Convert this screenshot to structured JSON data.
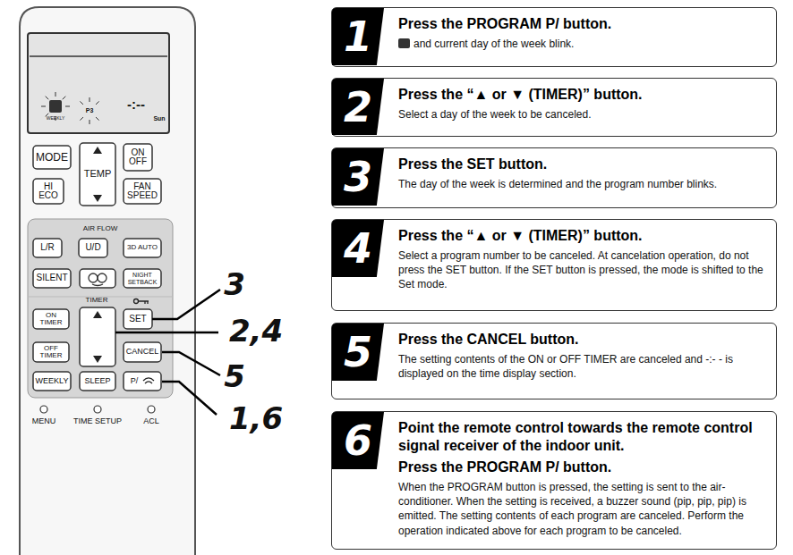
{
  "diagram": {
    "nodes": [
      {
        "text": [
          "1",
          "Press the PROGRAM P/ button.",
          "and current day of the week blink."
        ]
      },
      {
        "text": [
          "2",
          "Press the “▲ or ▼ (TIMER)” button.",
          "Select a day of the week to be canceled."
        ]
      },
      {
        "text": [
          "3",
          "Press the SET button.",
          "The day of the week is determined and the program number blinks."
        ]
      },
      {
        "text": [
          "4",
          "Press the “▲ or ▼ (TIMER)” button.",
          "Select a program number to be canceled. At cancelation operation, do not press the SET button. If the SET button is pressed, the mode is shifted to the Set mode."
        ]
      },
      {
        "text": [
          "5",
          "Press the CANCEL button.",
          "The setting contents of the ON or OFF TIMER are canceled and -:- - is displayed on the time display section."
        ]
      },
      {
        "text": [
          "6",
          "Point the remote control towards the remote control signal receiver of the indoor unit.",
          "Press the PROGRAM P/ button.",
          "When the PROGRAM button is pressed, the setting is sent to the air-conditioner. When the setting is received, a buzzer sound (pip, pip, pip) is emitted. The setting contents of each program are canceled. Perform the operation indicated above for each program to be canceled."
        ]
      }
    ],
    "labels": [
      "-:--",
      "P3",
      "Sun",
      "WEEKLY",
      "MODE",
      "TEMP",
      "ON OFF",
      "HI ECO",
      "FAN SPEED",
      "AIR FLOW",
      "L/R",
      "U/D",
      "3D AUTO",
      "SILENT",
      "NIGHT SETBACK",
      "TIMER",
      "ON TIMER",
      "SET",
      "OFF TIMER",
      "CANCEL",
      "WEEKLY",
      "SLEEP",
      "P/",
      "MENU",
      "TIME SETUP",
      "ACL",
      "3",
      "2,4",
      "5",
      "1,6"
    ]
  }
}
